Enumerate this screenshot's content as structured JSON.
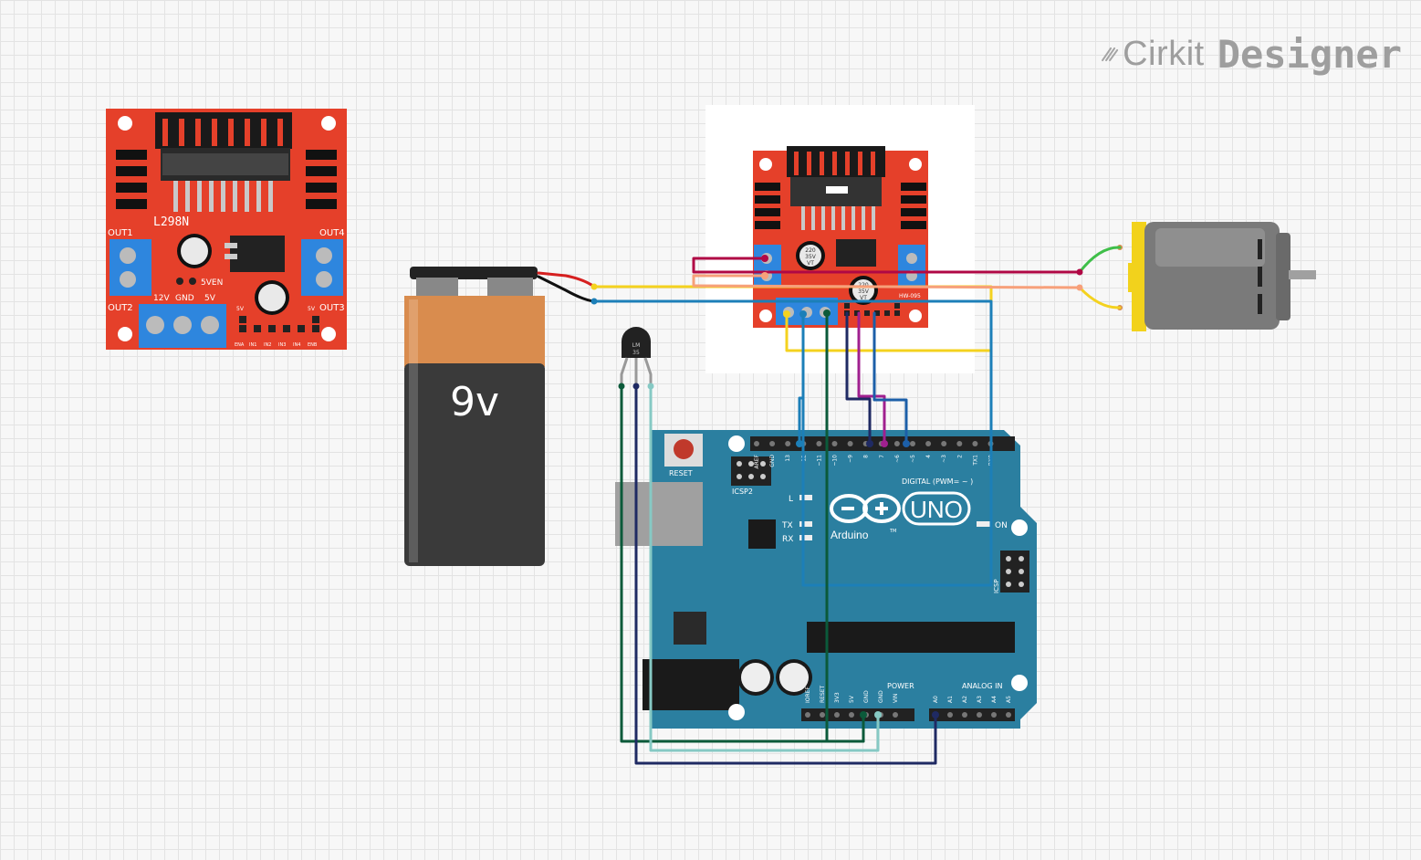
{
  "branding": {
    "brand": "Cirkit",
    "product": "Designer"
  },
  "driver_left": {
    "chip_label": "L298N",
    "out1": "OUT1",
    "out2": "OUT2",
    "out3": "OUT3",
    "out4": "OUT4",
    "pwr_12v": "12V",
    "pwr_gnd": "GND",
    "pwr_5v": "5V",
    "en5v": "5VEN",
    "v5a": "5V",
    "v5b": "5V",
    "pins": [
      "ENA",
      "IN1",
      "IN2",
      "IN3",
      "IN4",
      "ENB"
    ]
  },
  "driver_right": {
    "cap1": [
      "220",
      "35V",
      "VT"
    ],
    "cap2": [
      "220",
      "35V",
      "VT"
    ],
    "model": "HW-095"
  },
  "battery": {
    "label": "9v"
  },
  "sensor": {
    "line1": "LM",
    "line2": "35"
  },
  "arduino": {
    "reset": "RESET",
    "icsp2": "ICSP2",
    "icsp": "ICSP",
    "led_l": "L",
    "led_tx": "TX",
    "led_rx": "RX",
    "led_on": "ON",
    "logo_text": "Arduino",
    "uno": "UNO",
    "tm": "TM",
    "digital": "DIGITAL (PWM= ~ )",
    "power": "POWER",
    "analog": "ANALOG IN",
    "top_pins": [
      "AREF",
      "GND",
      "13",
      "12",
      "~11",
      "~10",
      "~9",
      "8",
      "7",
      "~6",
      "~5",
      "4",
      "~3",
      "2",
      "TX1",
      "RX0"
    ],
    "power_pins": [
      "IOREF",
      "RESET",
      "3V3",
      "5V",
      "GND",
      "GND",
      "VIN"
    ],
    "analog_pins": [
      "A0",
      "A1",
      "A2",
      "A3",
      "A4",
      "A5"
    ]
  },
  "colors": {
    "driver_red": "#e5402a",
    "terminal_blue": "#2e86de",
    "board_teal": "#2b7fa0",
    "battery_orange": "#d98c4e",
    "wire_red": "#b00845",
    "wire_yellow": "#f4d21f",
    "wire_salmon": "#f7a07a",
    "wire_blue": "#1c7fb8",
    "wire_navy": "#1f2a63",
    "wire_purple": "#a0208f",
    "wire_darkgreen": "#0b5a3a",
    "wire_lightteal": "#86c9c4",
    "wire_green": "#3fbf49"
  }
}
